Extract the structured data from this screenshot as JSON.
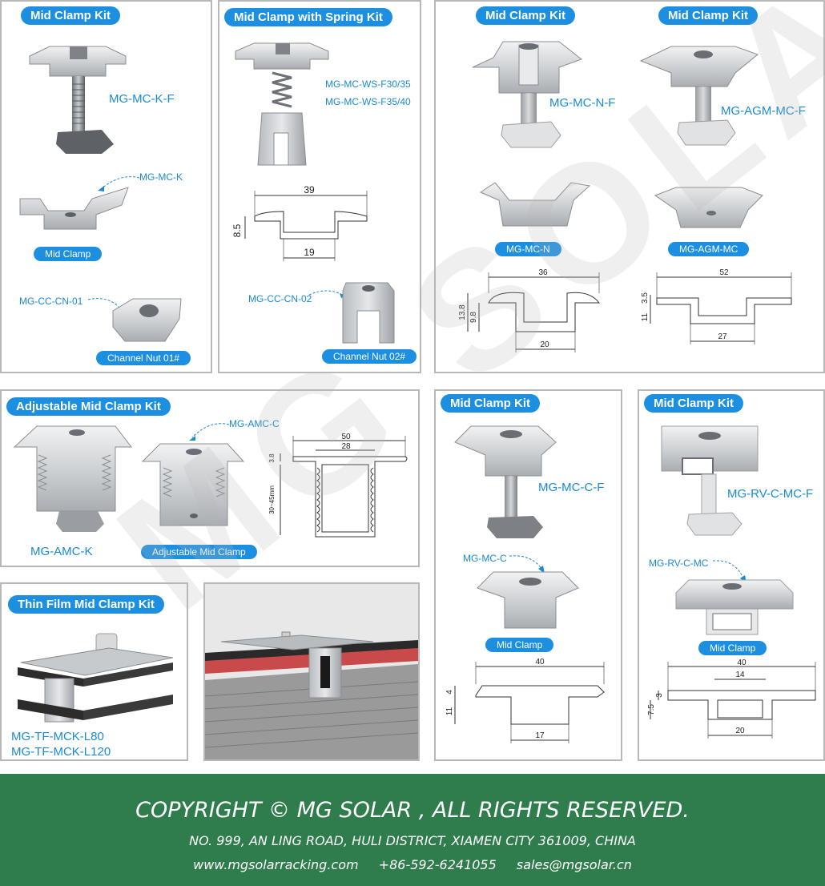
{
  "colors": {
    "accent": "#1d8fe0",
    "footer_bg": "#2f7d4c"
  },
  "watermark": "MG SOLAR",
  "panels": {
    "mid_clamp_kit_1": {
      "title": "Mid Clamp Kit",
      "code": "MG-MC-K-F",
      "callout_clamp": "MG-MC-K",
      "clamp_label": "Mid Clamp",
      "callout_nut": "MG-CC-CN-01",
      "nut_label": "Channel Nut 01#"
    },
    "spring_kit": {
      "title": "Mid Clamp with Spring Kit",
      "code_1": "MG-MC-WS-F30/35",
      "code_2": "MG-MC-WS-F35/40",
      "dim_top": "39",
      "dim_height": "8.5",
      "dim_bottom": "19",
      "callout_nut": "MG-CC-CN-02",
      "nut_label": "Channel Nut 02#"
    },
    "mid_clamp_kit_n": {
      "title_left": "Mid Clamp Kit",
      "title_right": "Mid Clamp Kit",
      "code_left": "MG-MC-N-F",
      "code_right": "MG-AGM-MC-F",
      "label_left": "MG-MC-N",
      "label_right": "MG-AGM-MC",
      "dims_left": {
        "top": "36",
        "h1": "13.8",
        "h2": "9.8",
        "bottom": "20"
      },
      "dims_right": {
        "top": "52",
        "h1": "3.5",
        "h2": "11",
        "bottom": "27"
      }
    },
    "adjustable": {
      "title": "Adjustable Mid Clamp Kit",
      "callout": "MG-AMC-C",
      "code": "MG-AMC-K",
      "label": "Adjustable Mid Clamp",
      "dims": {
        "w1": "50",
        "w2": "28",
        "t": "3.8",
        "h": "30~45mm"
      }
    },
    "mc_c": {
      "title": "Mid Clamp Kit",
      "code": "MG-MC-C-F",
      "callout": "MG-MC-C",
      "label": "Mid Clamp",
      "dims": {
        "top": "40",
        "h1": "4",
        "h2": "11",
        "bottom": "17"
      }
    },
    "rv_c": {
      "title": "Mid Clamp Kit",
      "code": "MG-RV-C-MC-F",
      "callout": "MG-RV-C-MC",
      "label": "Mid Clamp",
      "dims": {
        "top": "40",
        "inner": "14",
        "h1": "3",
        "h2": "7.5",
        "bottom": "20"
      }
    },
    "thin_film": {
      "title": "Thin Film Mid Clamp Kit",
      "code_1": "MG-TF-MCK-L80",
      "code_2": "MG-TF-MCK-L120"
    }
  },
  "footer": {
    "copyright": "COPYRIGHT © MG SOLAR , ALL RIGHTS RESERVED.",
    "address": "NO. 999, AN LING ROAD, HULI DISTRICT, XIAMEN CITY 361009, CHINA",
    "website": "www.mgsolarracking.com",
    "phone": "+86-592-6241055",
    "email": "sales@mgsolar.cn"
  }
}
